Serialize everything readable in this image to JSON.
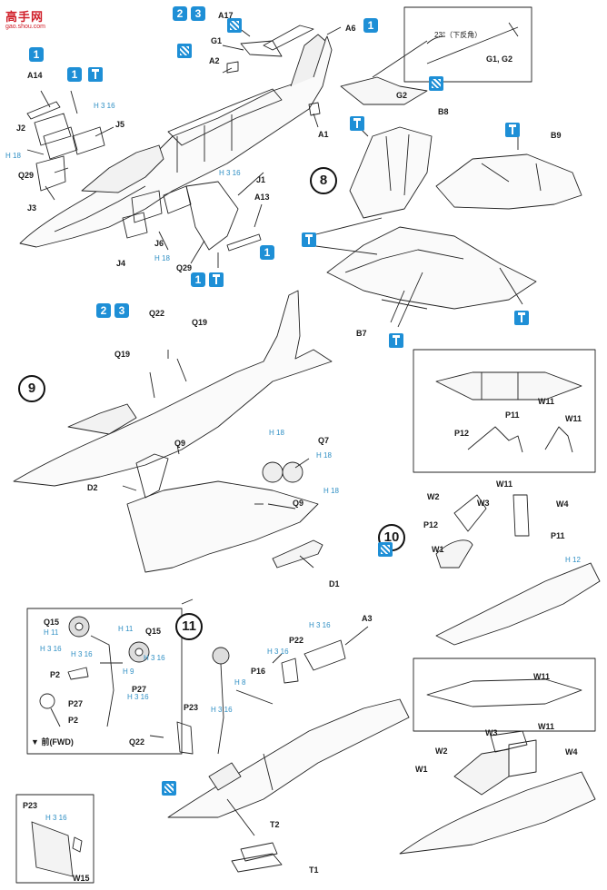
{
  "watermark": {
    "brand": "高手网",
    "site": "gao.shou.com"
  },
  "colors": {
    "accent": "#1e8fd6",
    "ink": "#1a1a1a",
    "hint": "#2f8fc4",
    "brand": "#d0202a"
  },
  "steps": {
    "s8": "8",
    "s9": "9",
    "s10": "10",
    "s11": "11"
  },
  "variant_badges": {
    "v1": "1",
    "v2": "2",
    "v3": "3"
  },
  "angle_note": "23°（下反角）",
  "fwd_note": "前(FWD)",
  "parts": {
    "A17": "A17",
    "A6": "A6",
    "G1": "G1",
    "A2": "A2",
    "A14": "A14",
    "J2": "J2",
    "J5": "J5",
    "Q29a": "Q29",
    "J3": "J3",
    "J6": "J6",
    "J4": "J4",
    "Q29b": "Q29",
    "J1": "J1",
    "A13": "A13",
    "A1": "A1",
    "G2": "G2",
    "G1G2": "G1, G2",
    "B8": "B8",
    "B9": "B9",
    "B7": "B7",
    "Q22a": "Q22",
    "Q19a": "Q19",
    "Q19b": "Q19",
    "Q9a": "Q9",
    "D2": "D2",
    "Q7": "Q7",
    "Q9b": "Q9",
    "D1": "D1",
    "W11a": "W11",
    "P11a": "P11",
    "W11b": "W11",
    "P12a": "P12",
    "W11c": "W11",
    "W2a": "W2",
    "W3a": "W3",
    "W4a": "W4",
    "P12b": "P12",
    "W1a": "W1",
    "P11b": "P11",
    "W11d": "W11",
    "W11e": "W11",
    "W3b": "W3",
    "W2b": "W2",
    "W4b": "W4",
    "W1b": "W1",
    "Q15a": "Q15",
    "Q15b": "Q15",
    "P2a": "P2",
    "P27a": "P27",
    "P27b": "P27",
    "P2b": "P2",
    "P16": "P16",
    "P22": "P22",
    "A3": "A3",
    "P23a": "P23",
    "Q22b": "Q22",
    "P23b": "P23",
    "W15": "W15",
    "T2": "T2",
    "T1": "T1"
  },
  "hints": {
    "h1": "H 18",
    "h2": "H 18",
    "h3": "H 3 16",
    "h4": "H 3 16",
    "h5": "H 18",
    "h6": "H 18",
    "h7": "H 18",
    "h8": "H 12",
    "h9": "H 3 16",
    "h10": "H 11",
    "h11": "H 3 16",
    "h12": "H 3 16",
    "h13": "H 11",
    "h14": "H 9",
    "h15": "H 3 16",
    "h16": "H 3 16",
    "h17": "H 8",
    "h18": "H 3 16",
    "h19": "H 3 16",
    "h20": "H 3 16"
  }
}
